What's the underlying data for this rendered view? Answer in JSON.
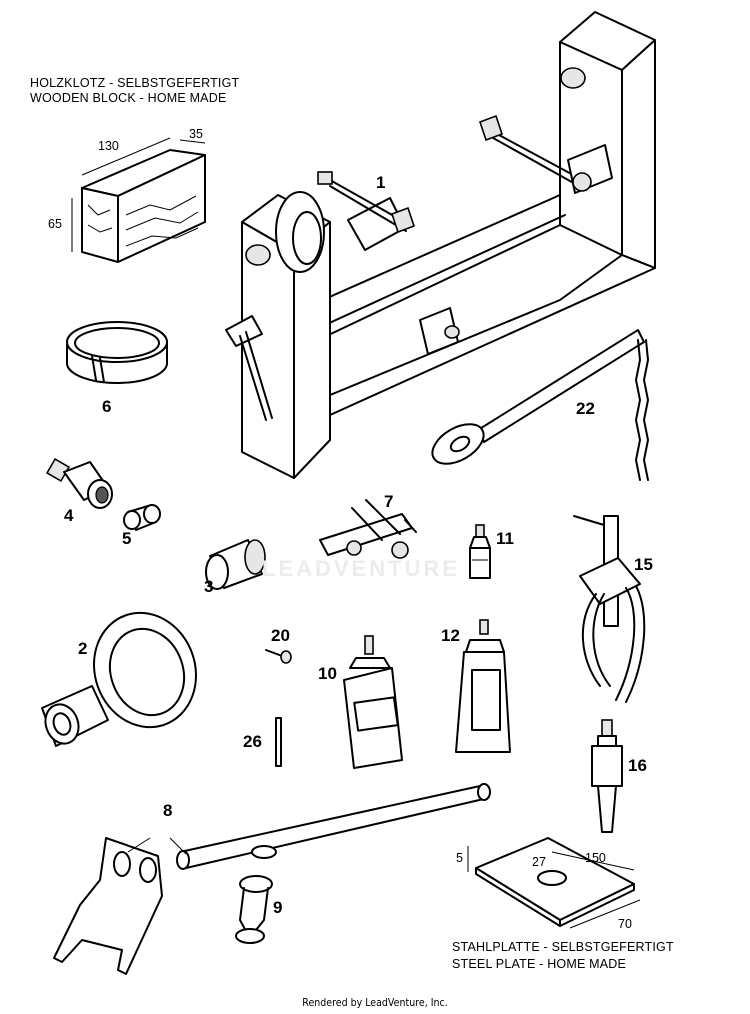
{
  "captions": {
    "wooden_block_de": "HOLZKLOTZ - SELBSTGEFERTIGT",
    "wooden_block_en": "WOODEN BLOCK - HOME MADE",
    "steel_plate_de": "STAHLPLATTE - SELBSTGEFERTIGT",
    "steel_plate_en": "STEEL PLATE - HOME MADE"
  },
  "dimensions": {
    "block_length": "130",
    "block_depth": "35",
    "block_height": "65",
    "plate_thickness": "5",
    "plate_hole": "27",
    "plate_length": "150",
    "plate_width": "70"
  },
  "callouts": [
    "1",
    "2",
    "3",
    "4",
    "5",
    "6",
    "7",
    "8",
    "9",
    "10",
    "11",
    "12",
    "15",
    "16",
    "20",
    "22",
    "26"
  ],
  "watermark": "LEADVENTURE",
  "footer": "Rendered by LeadVenture, Inc."
}
